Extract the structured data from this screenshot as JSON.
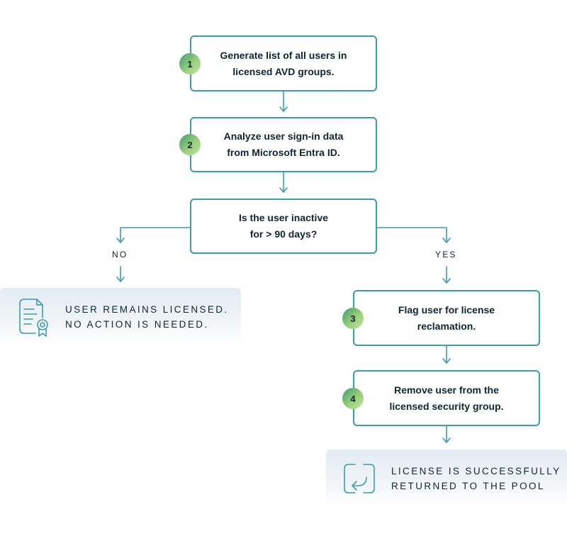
{
  "steps": [
    {
      "number": "1",
      "text": "Generate list of all users in\nlicensed AVD groups."
    },
    {
      "number": "2",
      "text": "Analyze user sign-in data\nfrom Microsoft Entra ID."
    },
    {
      "number": "3",
      "text": "Flag user for license\nreclamation."
    },
    {
      "number": "4",
      "text": "Remove user from the\nlicensed security group."
    }
  ],
  "decision": {
    "text": "Is the user inactive\nfor > 90 days?"
  },
  "branches": {
    "no": "NO",
    "yes": "YES"
  },
  "outcomes": {
    "remains_licensed": {
      "text": "USER REMAINS LICENSED.\nNO ACTION IS NEEDED.",
      "icon": "certificate-document-icon"
    },
    "returned": {
      "text": "LICENSE IS SUCCESSFULLY\nRETURNED TO THE POOL",
      "icon": "return-arrow-icon"
    }
  },
  "colors": {
    "line": "#3c9bad",
    "text": "#0f2530"
  }
}
